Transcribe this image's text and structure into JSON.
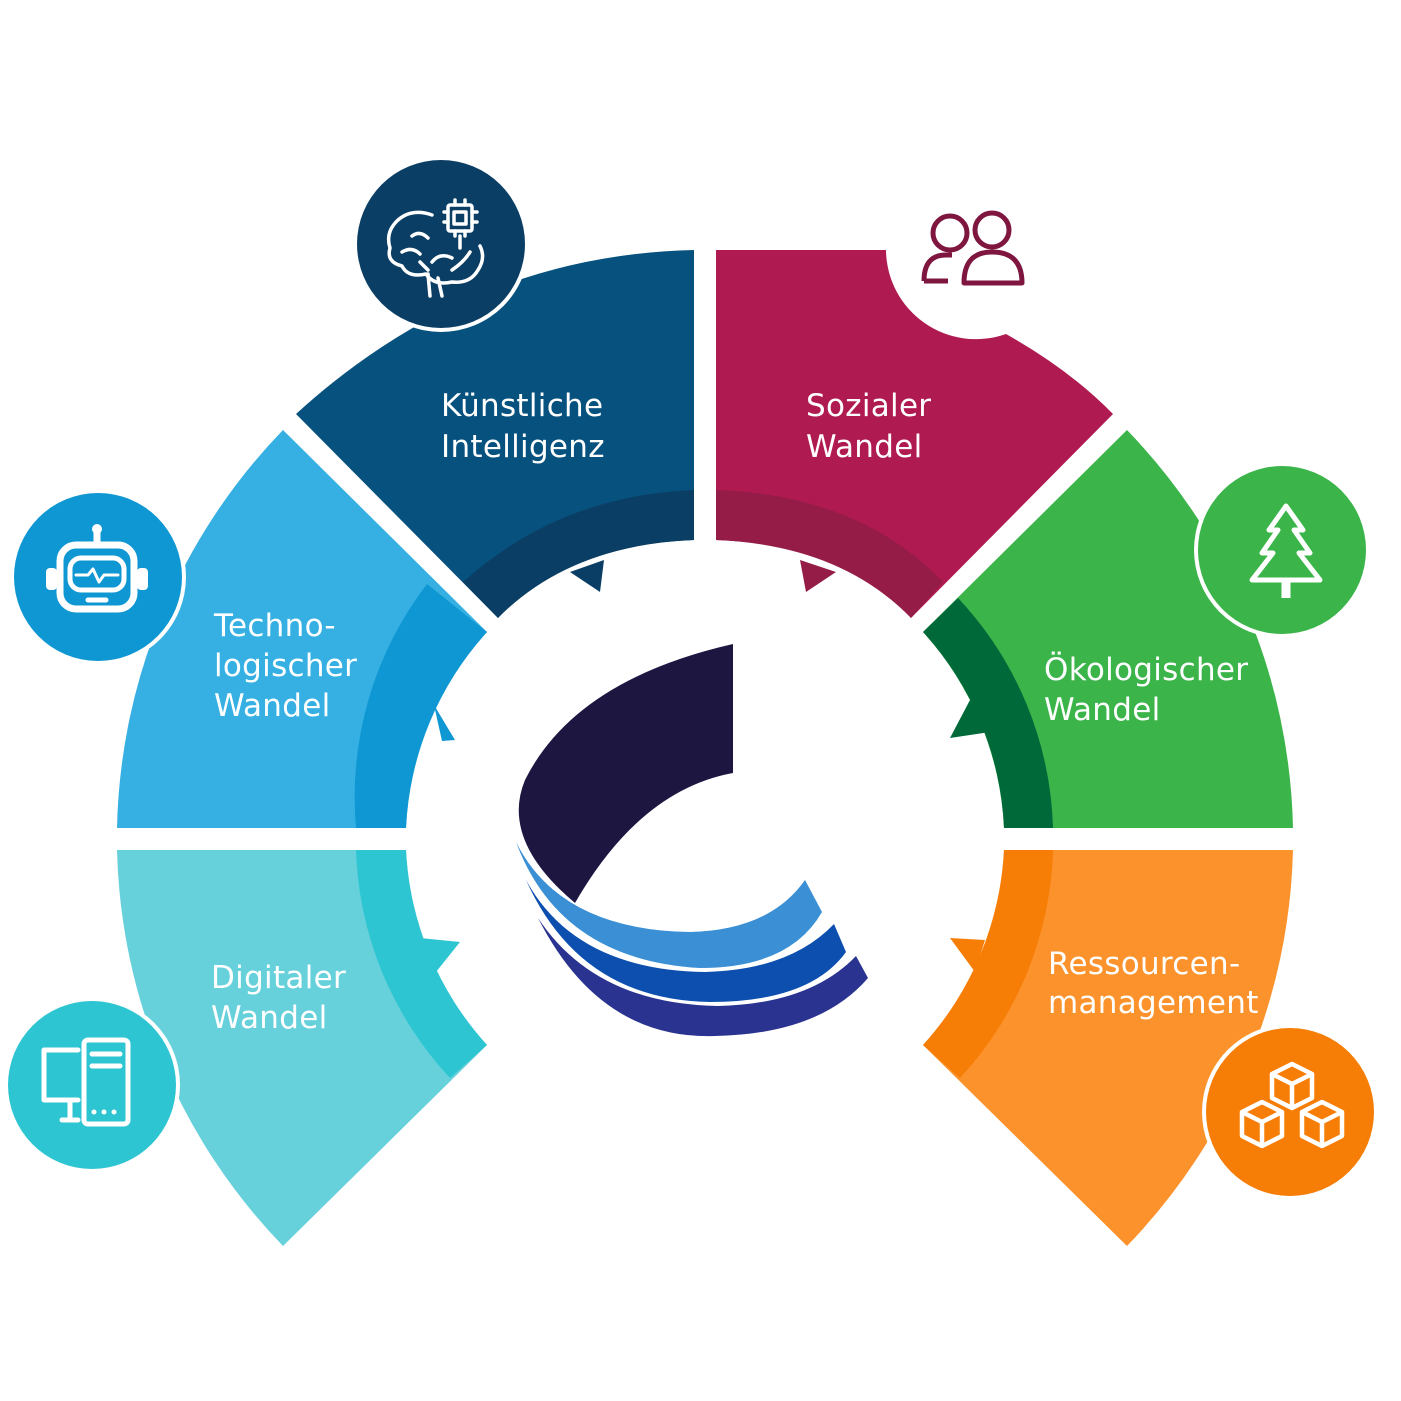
{
  "segments": [
    {
      "id": "technological",
      "label_lines": [
        "Techno-",
        "logischer",
        "Wandel"
      ],
      "icon": "robot-icon",
      "color": "#36B0E3",
      "inner_color": "#0E97D2",
      "icon_bg": "#0E97D2"
    },
    {
      "id": "ai",
      "label_lines": [
        "Künstliche",
        "Intelligenz"
      ],
      "icon": "brain-chip-icon",
      "color": "#07517E",
      "inner_color": "#0B3E64",
      "icon_bg": "#0B3E64"
    },
    {
      "id": "social",
      "label_lines": [
        "Sozialer",
        "Wandel"
      ],
      "icon": "people-icon",
      "color": "#AF1A50",
      "inner_color": "#941C47",
      "icon_bg": "#ffffff",
      "icon_color": "#7E1640"
    },
    {
      "id": "ecological",
      "label_lines": [
        "Ökologischer",
        "Wandel"
      ],
      "icon": "tree-icon",
      "color": "#3BB44A",
      "inner_color": "#00693A",
      "icon_bg": "#3BB44A"
    },
    {
      "id": "resources",
      "label_lines": [
        "Ressourcen-",
        "management"
      ],
      "icon": "cubes-icon",
      "color": "#FC922B",
      "inner_color": "#F67D06",
      "icon_bg": "#F67D06"
    },
    {
      "id": "digital",
      "label_lines": [
        "Digitaler",
        "Wandel"
      ],
      "icon": "devices-icon",
      "color": "#66D0DB",
      "inner_color": "#2EC5D2",
      "icon_bg": "#2EC5D2"
    }
  ],
  "logo": {
    "icon": "center-logo-icon",
    "dark": "#1C1640",
    "stripe1": "#3A8FD5",
    "stripe2": "#0D4FAE",
    "stripe3": "#2A3390"
  }
}
